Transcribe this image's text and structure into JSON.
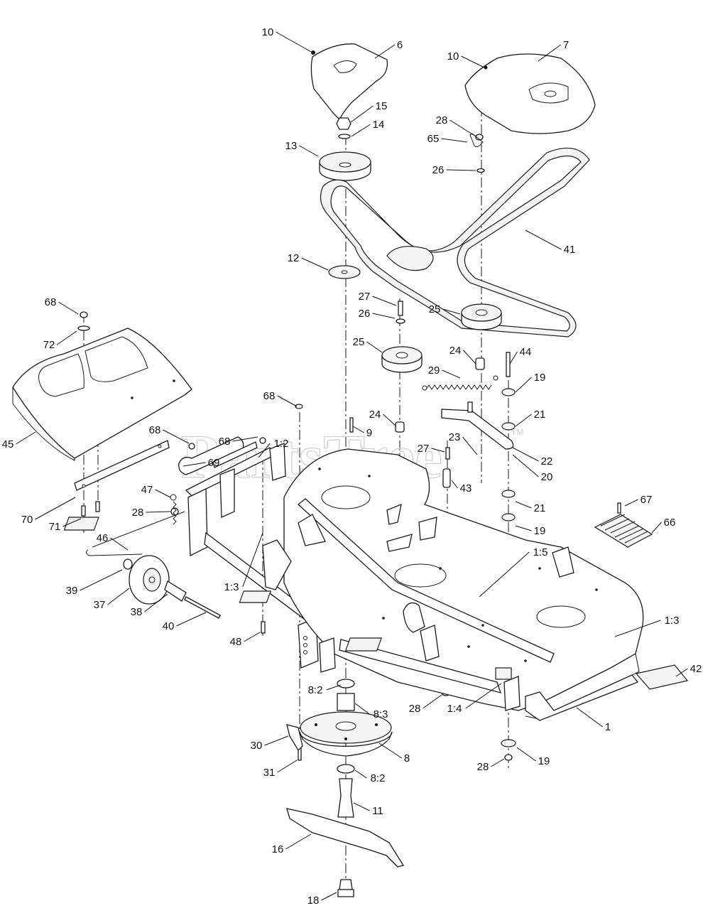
{
  "watermark": {
    "text": "PartsTree",
    "tm": "TM"
  },
  "callouts": [
    {
      "id": "c-10a",
      "label": "10"
    },
    {
      "id": "c-6",
      "label": "6"
    },
    {
      "id": "c-10b",
      "label": "10"
    },
    {
      "id": "c-7",
      "label": "7"
    },
    {
      "id": "c-15",
      "label": "15"
    },
    {
      "id": "c-14",
      "label": "14"
    },
    {
      "id": "c-28a",
      "label": "28"
    },
    {
      "id": "c-65",
      "label": "65"
    },
    {
      "id": "c-13",
      "label": "13"
    },
    {
      "id": "c-26a",
      "label": "26"
    },
    {
      "id": "c-41",
      "label": "41"
    },
    {
      "id": "c-12",
      "label": "12"
    },
    {
      "id": "c-68a",
      "label": "68"
    },
    {
      "id": "c-27a",
      "label": "27"
    },
    {
      "id": "c-26b",
      "label": "26"
    },
    {
      "id": "c-25a",
      "label": "25"
    },
    {
      "id": "c-72",
      "label": "72"
    },
    {
      "id": "c-25b",
      "label": "25"
    },
    {
      "id": "c-24a",
      "label": "24"
    },
    {
      "id": "c-44",
      "label": "44"
    },
    {
      "id": "c-29",
      "label": "29"
    },
    {
      "id": "c-19a",
      "label": "19"
    },
    {
      "id": "c-68b",
      "label": "68"
    },
    {
      "id": "c-24b",
      "label": "24"
    },
    {
      "id": "c-21a",
      "label": "21"
    },
    {
      "id": "c-9",
      "label": "9"
    },
    {
      "id": "c-68c",
      "label": "68"
    },
    {
      "id": "c-68d",
      "label": "68"
    },
    {
      "id": "c-12b",
      "label": "1:2"
    },
    {
      "id": "c-23",
      "label": "23"
    },
    {
      "id": "c-22",
      "label": "22"
    },
    {
      "id": "c-45",
      "label": "45"
    },
    {
      "id": "c-69",
      "label": "69"
    },
    {
      "id": "c-27b",
      "label": "27"
    },
    {
      "id": "c-20",
      "label": "20"
    },
    {
      "id": "c-43",
      "label": "43"
    },
    {
      "id": "c-47",
      "label": "47"
    },
    {
      "id": "c-21b",
      "label": "21"
    },
    {
      "id": "c-67",
      "label": "67"
    },
    {
      "id": "c-70",
      "label": "70"
    },
    {
      "id": "c-28b",
      "label": "28"
    },
    {
      "id": "c-66",
      "label": "66"
    },
    {
      "id": "c-71",
      "label": "71"
    },
    {
      "id": "c-19b",
      "label": "19"
    },
    {
      "id": "c-46",
      "label": "46"
    },
    {
      "id": "c-15b",
      "label": "1:5"
    },
    {
      "id": "c-39",
      "label": "39"
    },
    {
      "id": "c-13b",
      "label": "1:3"
    },
    {
      "id": "c-37",
      "label": "37"
    },
    {
      "id": "c-38",
      "label": "38"
    },
    {
      "id": "c-13c",
      "label": "1:3"
    },
    {
      "id": "c-40",
      "label": "40"
    },
    {
      "id": "c-48",
      "label": "48"
    },
    {
      "id": "c-42",
      "label": "42"
    },
    {
      "id": "c-82a",
      "label": "8:2"
    },
    {
      "id": "c-28c",
      "label": "28"
    },
    {
      "id": "c-14b",
      "label": "1:4"
    },
    {
      "id": "c-83",
      "label": "8:3"
    },
    {
      "id": "c-1",
      "label": "1"
    },
    {
      "id": "c-30",
      "label": "30"
    },
    {
      "id": "c-8",
      "label": "8"
    },
    {
      "id": "c-28d",
      "label": "28"
    },
    {
      "id": "c-19c",
      "label": "19"
    },
    {
      "id": "c-31",
      "label": "31"
    },
    {
      "id": "c-82b",
      "label": "8:2"
    },
    {
      "id": "c-11",
      "label": "11"
    },
    {
      "id": "c-16",
      "label": "16"
    },
    {
      "id": "c-18",
      "label": "18"
    }
  ]
}
